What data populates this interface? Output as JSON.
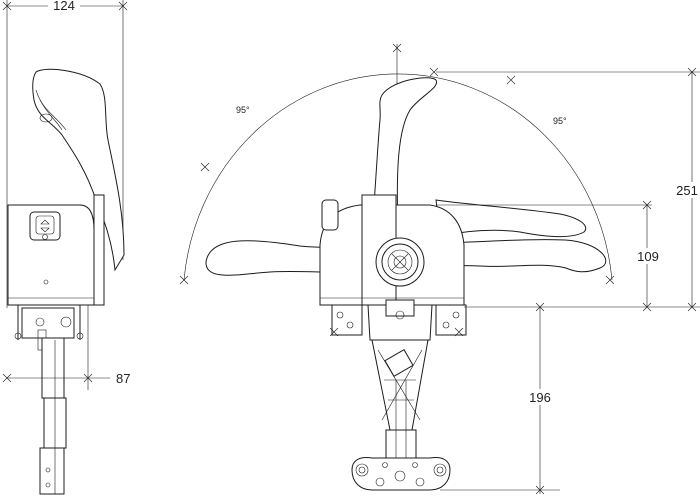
{
  "dimensions": {
    "width_124": "124",
    "depth_87": "87",
    "height_251": "251",
    "height_109": "109",
    "depth_196": "196"
  },
  "angles": {
    "left": "95°",
    "right": "95°"
  }
}
